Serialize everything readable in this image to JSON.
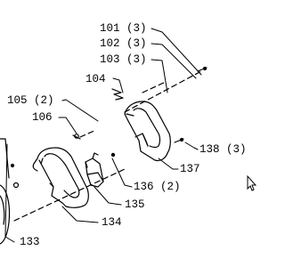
{
  "diagram": {
    "labels": {
      "l101": "101 (3)",
      "l102": "102 (3)",
      "l103": "103 (3)",
      "l104": "104",
      "l105": "105 (2)",
      "l106": "106",
      "l133": "133",
      "l134": "134",
      "l135": "135",
      "l136": "136 (2)",
      "l137": "137",
      "l138": "138 (3)"
    }
  }
}
